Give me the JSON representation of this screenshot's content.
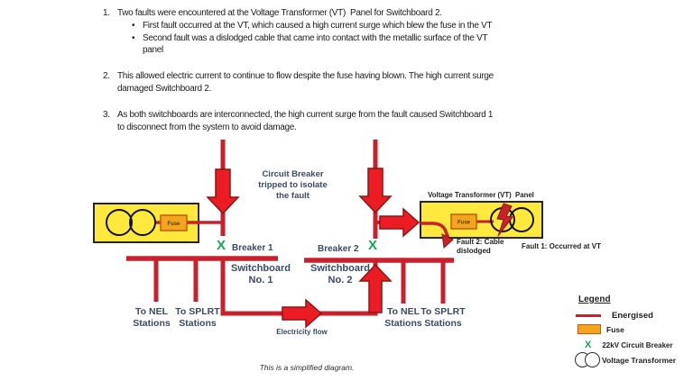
{
  "notes": {
    "bullet_char": "•",
    "item1": {
      "num": "1.",
      "text": "Two faults were encountered at the Voltage Transformer (VT)  Panel for Switchboard 2.",
      "bullets": [
        "First fault occurred at the VT, which caused a high current surge which blew the fuse in the VT",
        "Second fault was a dislodged cable that came into contact with the metallic surface of the VT\npanel"
      ]
    },
    "item2": {
      "num": "2.",
      "text": "This allowed electric current to continue to flow despite the fuse having blown. The high current surge\ndamaged Switchboard 2."
    },
    "item3": {
      "num": "3.",
      "text": "As both switchboards are interconnected, the high current surge from the fault caused Switchboard 1\nto disconnect from the system to avoid damage."
    }
  },
  "diagram": {
    "breaker_note": "Circuit Breaker\ntripped to isolate\nthe fault",
    "breaker1_label": "Breaker 1",
    "breaker2_label": "Breaker 2",
    "x_mark": "X",
    "switchboard1": "Switchboard\nNo. 1",
    "switchboard2": "Switchboard\nNo. 2",
    "to_nel": "To NEL\nStations",
    "to_splrt": "To SPLRT\nStations",
    "electricity_flow": "Electricity flow",
    "vt_panel_title": "Voltage Transformer (VT)  Panel",
    "fuse_label": "Fuse",
    "fault1": "Fault 1: Occurred at VT",
    "fault2": "Fault 2: Cable\ndislodged"
  },
  "legend": {
    "title": "Legend",
    "energised": "Energised",
    "fuse": "Fuse",
    "breaker": "22kV Circuit Breaker",
    "vt": "Voltage Transformer"
  },
  "footer": "This is a simplified diagram.",
  "colors": {
    "energised_red": "#c9202e",
    "arrow_fill": "#ec1c24",
    "arrow_stroke": "#8b1515",
    "panel_yellow": "#ffe93c",
    "fuse_orange": "#f2a51e",
    "breaker_green": "#17a653",
    "label_navy": "#3a4a63"
  }
}
